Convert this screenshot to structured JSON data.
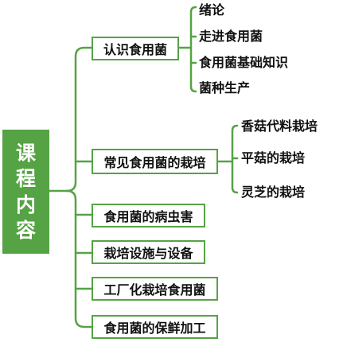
{
  "root": {
    "chars": [
      "课",
      "程",
      "内",
      "容"
    ]
  },
  "branches": [
    {
      "label": "认识食用菌",
      "children": [
        "绪论",
        "走进食用菌",
        "食用菌基础知识",
        "菌种生产"
      ]
    },
    {
      "label": "常见食用菌的栽培",
      "children": [
        "香菇代料栽培",
        "平菇的栽培",
        "灵芝的栽培"
      ]
    },
    {
      "label": "食用菌的病虫害",
      "children": []
    },
    {
      "label": "栽培设施与设备",
      "children": []
    },
    {
      "label": "工厂化栽培食用菌",
      "children": []
    },
    {
      "label": "食用菌的保鲜加工",
      "children": []
    }
  ],
  "colors": {
    "accent": "#55a344",
    "text": "#111111"
  }
}
